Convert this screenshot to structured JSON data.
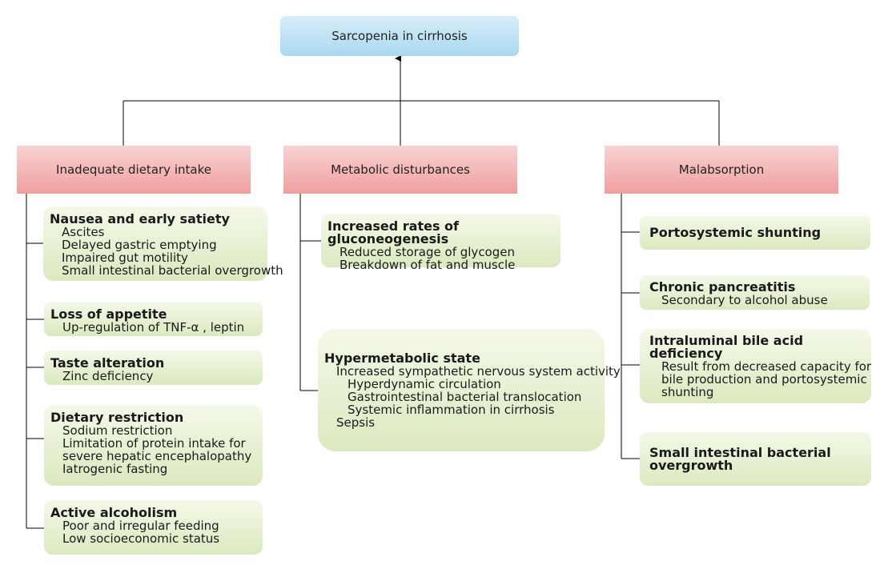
{
  "root": {
    "label": "Sarcopenia in cirrhosis"
  },
  "categories": [
    {
      "label": "Inadequate dietary intake"
    },
    {
      "label": "Metabolic disturbances"
    },
    {
      "label": "Malabsorption"
    }
  ],
  "dietary": {
    "nausea": {
      "title": "Nausea and early satiety",
      "lines": [
        "Ascites",
        "Delayed gastric emptying",
        "Impaired gut motility",
        "Small intestinal bacterial overgrowth"
      ]
    },
    "appetite": {
      "title": "Loss of appetite",
      "lines": [
        "Up-regulation of TNF-α , leptin"
      ]
    },
    "taste": {
      "title": "Taste alteration",
      "lines": [
        "Zinc deficiency"
      ]
    },
    "restriction": {
      "title": "Dietary restriction",
      "lines": [
        "Sodium restriction",
        "Limitation of protein intake for",
        "severe hepatic encephalopathy",
        "Iatrogenic fasting"
      ]
    },
    "alcoholism": {
      "title": "Active alcoholism",
      "lines": [
        "Poor and irregular feeding",
        "Low socioeconomic status"
      ]
    }
  },
  "metabolic": {
    "gluconeogenesis": {
      "title": "Increased rates of gluconeogenesis",
      "lines": [
        "Reduced storage of glycogen",
        "Breakdown of fat and muscle"
      ]
    },
    "hypermetabolic": {
      "title": "Hypermetabolic state",
      "lines": [
        "Increased sympathetic nervous system activity",
        "Hyperdynamic circulation",
        "Gastrointestinal bacterial translocation",
        "Systemic inflammation in cirrhosis",
        "Sepsis"
      ]
    }
  },
  "malabsorption": {
    "portosystemic": {
      "title": "Portosystemic shunting"
    },
    "pancreatitis": {
      "title": "Chronic pancreatitis",
      "lines": [
        "Secondary to alcohol abuse"
      ]
    },
    "bile": {
      "title": "Intraluminal bile acid deficiency",
      "lines": [
        "Result from decreased capacity for",
        "bile production and portosystemic",
        "shunting"
      ]
    },
    "sibo": {
      "title_lines": [
        "Small intestinal bacterial",
        "overgrowth"
      ]
    }
  },
  "colors": {
    "root": "#a9d8ef",
    "category": "#f09e9e",
    "item": "#dbe9bf",
    "line": "#000000"
  }
}
